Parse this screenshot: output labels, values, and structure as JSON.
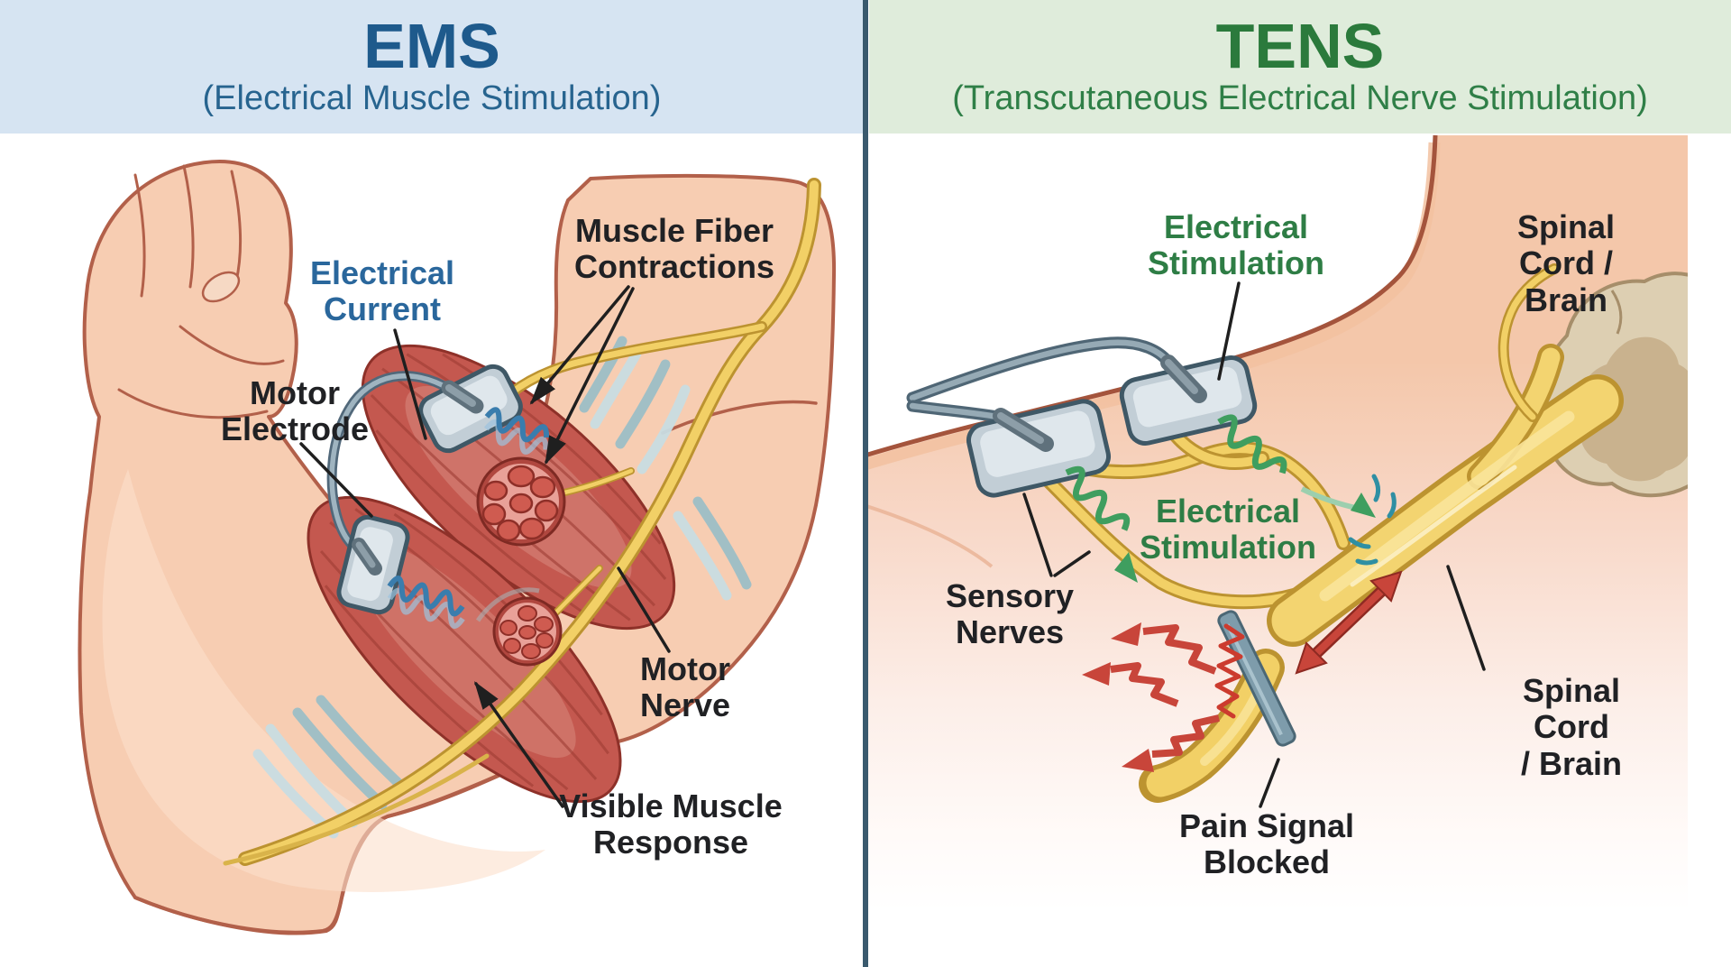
{
  "ems": {
    "title": "EMS",
    "subtitle": "(Electrical Muscle Stimulation)",
    "labels": {
      "electrical_current": "Electrical\nCurrent",
      "motor_electrode": "Motor\nElectrode",
      "muscle_fiber_contractions": "Muscle Fiber\nContractions",
      "motor_nerve": "Motor\nNerve",
      "visible_muscle_response": "Visible Muscle\nResponse"
    }
  },
  "tens": {
    "title": "TENS",
    "subtitle": "(Transcutaneous Electrical Nerve Stimulation)",
    "labels": {
      "electrical_stimulation_top": "Electrical\nStimulation",
      "spinal_cord_brain_top": "Spinal Cord /\nBrain",
      "sensory_nerves": "Sensory\nNerves",
      "electrical_stimulation_mid": "Electrical\nStimulation",
      "spinal_cord_brain_bottom": "Spinal Cord\n/ Brain",
      "pain_signal_blocked": "Pain Signal\nBlocked"
    }
  },
  "colors": {
    "ems_header_bg": "#d6e4f2",
    "ems_accent": "#1e5a8c",
    "tens_header_bg": "#dfecdb",
    "tens_accent": "#2b7a3c",
    "divider": "#3a5a6e",
    "skin": "#f7cdb2",
    "skin_outline": "#b2604a",
    "muscle_red": "#c4584f",
    "nerve_yellow": "#f2d066",
    "electrode_gray": "#c2ced6",
    "current_blue": "#3a7dad",
    "stimulation_green": "#3f9e5f",
    "pain_red": "#c8453a",
    "barrier_blue_gray": "#7e9cab",
    "brain_tan": "#ddcfb2",
    "label_text": "#202124",
    "label_blue": "#2a679c",
    "label_green": "#2e7d45"
  }
}
